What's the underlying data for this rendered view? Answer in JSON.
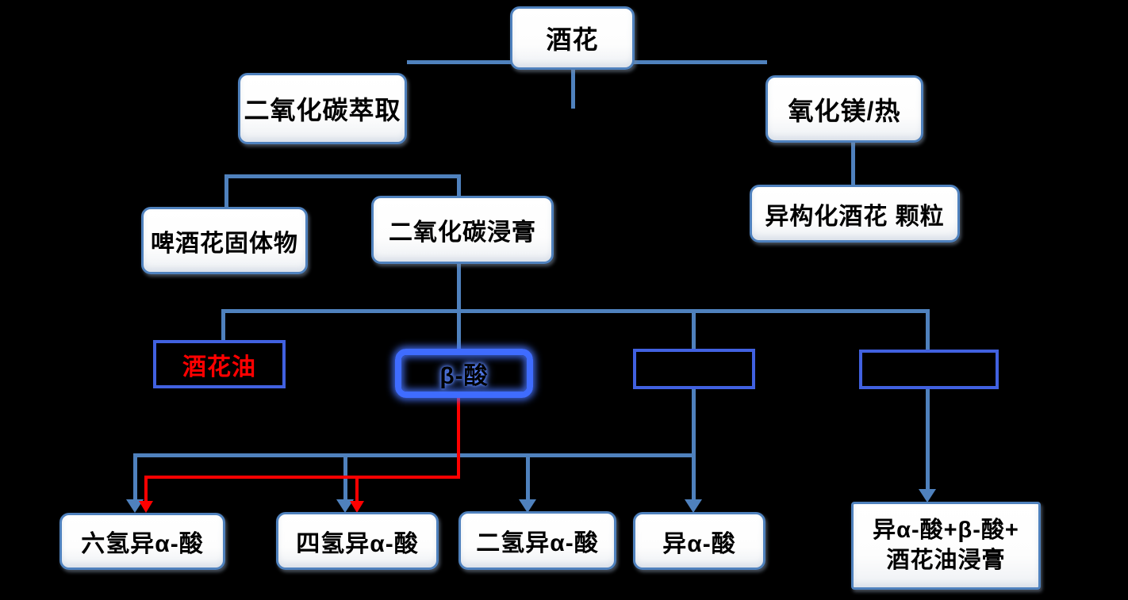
{
  "colors": {
    "background": "#000000",
    "connector_blue": "#4f81bd",
    "connector_red": "#fe0000",
    "white_node_border": "#4f81bd",
    "white_node_fill": "#ffffff",
    "plain_node_border": "#4161e0",
    "selected_node_border": "#3f6cff",
    "black_text": "#000000",
    "red_text": "#fe0000"
  },
  "nodes": {
    "hops": {
      "label": "酒花"
    },
    "co2_extraction": {
      "label": "二氧化碳萃取"
    },
    "mgo_heat": {
      "label": "氧化镁/热"
    },
    "isomerized_hop_pellets": {
      "label": "异构化酒花 颗粒"
    },
    "hop_solids": {
      "label": "啤酒花固体物"
    },
    "co2_extract": {
      "label": "二氧化碳浸膏"
    },
    "hop_oil": {
      "label": "酒花油"
    },
    "beta_acid": {
      "label": "β-酸"
    },
    "unlabeled_box_1": {
      "label": ""
    },
    "unlabeled_box_2": {
      "label": ""
    },
    "hexahydro_iso_alpha_acid": {
      "label": "六氢异α-酸"
    },
    "tetrahydro_iso_alpha_acid": {
      "label": "四氢异α-酸"
    },
    "dihydro_iso_alpha_acid": {
      "label": "二氢异α-酸"
    },
    "iso_alpha_acid": {
      "label": "异α-酸"
    },
    "iso_alpha_beta_hop_oil_extract": {
      "line1": "异α-酸+β-酸+",
      "line2": "酒花油浸膏"
    }
  }
}
